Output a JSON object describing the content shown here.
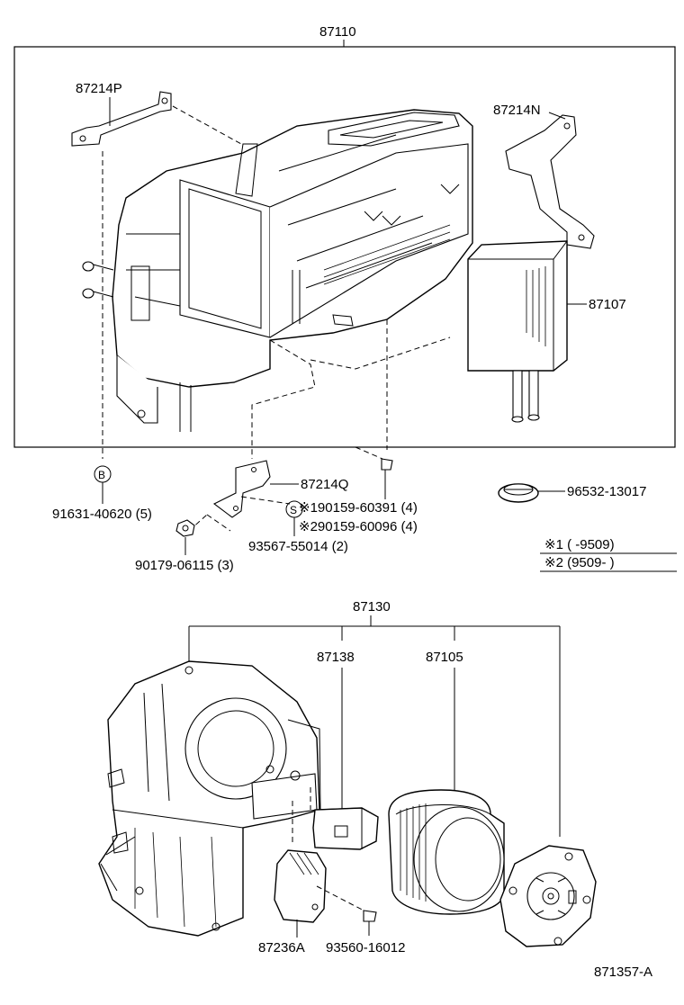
{
  "labels": {
    "assy_top": "87110",
    "bracket_p": "87214P",
    "bracket_n": "87214N",
    "core": "87107",
    "bracket_q": "87214Q",
    "bolt_b": "91631-40620 (5)",
    "marker_b": "B",
    "marker_s": "S",
    "screw_s": "93567-55014 (2)",
    "nut": "90179-06115 (3)",
    "screw_1": "※190159-60391 (4)",
    "screw_2": "※290159-60096 (4)",
    "grommet": "96532-13017",
    "note_1": "※1 (        -9509)",
    "note_2": "※2 (9509-        )",
    "assy_blower": "87130",
    "resistor": "87138",
    "fan": "87105",
    "damper": "87236A",
    "screw_3": "93560-16012",
    "figure_id": "871357-A"
  }
}
